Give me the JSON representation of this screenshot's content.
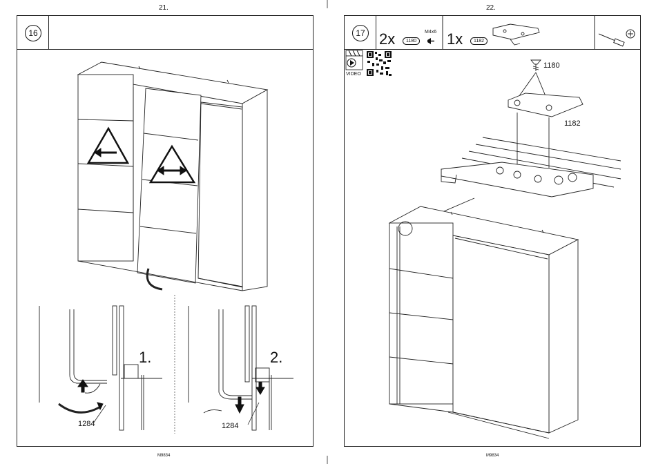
{
  "left_page": {
    "page_number": "21.",
    "step": "16",
    "substeps": [
      "1.",
      "2."
    ],
    "part_label_1": "1284",
    "part_label_2": "1284",
    "footer": "M9834"
  },
  "right_page": {
    "page_number": "22.",
    "step": "17",
    "parts": [
      {
        "qty": "2x",
        "id": "1180",
        "spec": "M4x6"
      },
      {
        "qty": "1x",
        "id": "1182"
      }
    ],
    "video_label": "VIDEO",
    "callouts": [
      "1180",
      "1182"
    ],
    "footer": "M9834"
  }
}
